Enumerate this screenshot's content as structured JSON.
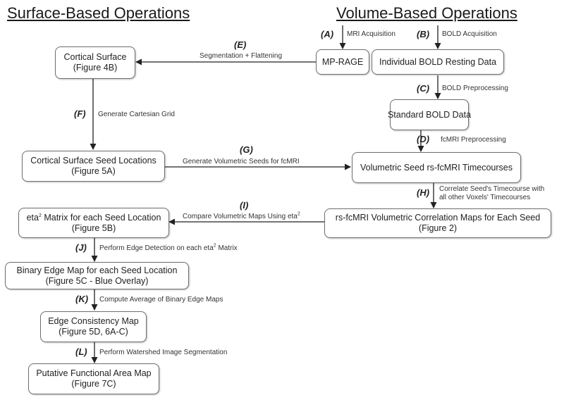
{
  "headings": {
    "surface": "Surface-Based Operations",
    "volume": "Volume-Based Operations"
  },
  "boxes": {
    "cortical_surface": {
      "l1": "Cortical Surface",
      "l2": "(Figure 4B)"
    },
    "mprage": {
      "l1": "MP-RAGE"
    },
    "individual_bold": {
      "l1": "Individual BOLD Resting Data"
    },
    "standard_bold": {
      "l1": "Standard BOLD Data"
    },
    "seed_locations": {
      "l1": "Cortical Surface Seed Locations",
      "l2": "(Figure 5A)"
    },
    "seed_timecourses": {
      "l1": "Volumetric Seed rs-fcMRI Timecourses"
    },
    "correlation_maps": {
      "l1": "rs-fcMRI Volumetric Correlation Maps for Each Seed",
      "l2": "(Figure 2)"
    },
    "eta_matrix": {
      "l1a": "eta",
      "l1sup": "2",
      "l1b": " Matrix for each Seed Location",
      "l2": "(Figure 5B)"
    },
    "binary_edge": {
      "l1": "Binary Edge Map for each Seed Location",
      "l2": "(Figure 5C - Blue Overlay)"
    },
    "edge_consistency": {
      "l1": "Edge Consistency Map",
      "l2": "(Figure 5D, 6A-C)"
    },
    "putative_map": {
      "l1": "Putative Functional Area Map",
      "l2": "(Figure 7C)"
    }
  },
  "steps": {
    "A": {
      "label": "(A)",
      "desc": "MRI Acquisition"
    },
    "B": {
      "label": "(B)",
      "desc": "BOLD Acquisition"
    },
    "C": {
      "label": "(C)",
      "desc": "BOLD Preprocessing"
    },
    "D": {
      "label": "(D)",
      "desc": "fcMRI Preprocessing"
    },
    "E": {
      "label": "(E)",
      "desc": "Segmentation + Flattening"
    },
    "F": {
      "label": "(F)",
      "desc": "Generate Cartesian Grid"
    },
    "G": {
      "label": "(G)",
      "desc": "Generate Volumetric Seeds for fcMRI"
    },
    "H": {
      "label": "(H)",
      "desc1": "Correlate Seed's Timecourse with",
      "desc2": "all other Voxels' Timecourses"
    },
    "I": {
      "label": "(I)",
      "desc_a": "Compare Volumetric Maps Using eta",
      "desc_sup": "2"
    },
    "J": {
      "label": "(J)",
      "desc_a": "Perform Edge Detection on each eta",
      "desc_sup": "2",
      "desc_b": " Matrix"
    },
    "K": {
      "label": "(K)",
      "desc": "Compute Average of Binary Edge Maps"
    },
    "L": {
      "label": "(L)",
      "desc": "Perform Watershed Image Segmentation"
    }
  },
  "colors": {
    "line": "#222222",
    "box_border": "#6f6f6f",
    "text": "#222222"
  }
}
